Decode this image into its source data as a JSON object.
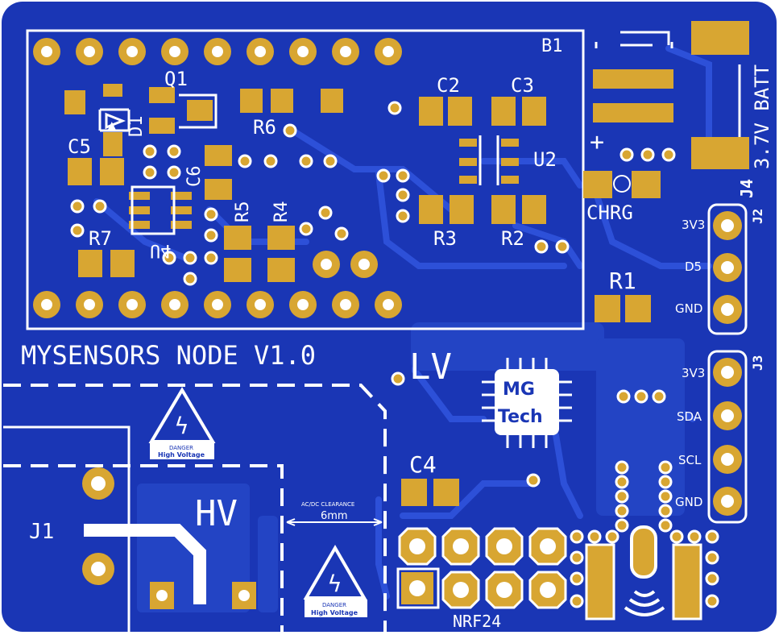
{
  "board": {
    "title": "MYSENSORS NODE V1.0",
    "logo_line1": "MG",
    "logo_line2": "Tech",
    "hv_label": "HV",
    "lv_label": "LV",
    "clearance_title": "AC/DC CLEARANCE",
    "clearance_value": "6mm",
    "danger_title": "DANGER",
    "danger_sub": "High Voltage",
    "colors": {
      "substrate": "#1a36b5",
      "copper_fill": "#2344c4",
      "trace": "#2d50d8",
      "pad": "#d8a632",
      "silkscreen": "#ffffff",
      "outline": "#ffffff"
    }
  },
  "components": {
    "b1": "B1",
    "q1": "Q1",
    "d1": "D1",
    "c2": "C2",
    "c3": "C3",
    "c4": "C4",
    "c5": "C5",
    "c6": "C6",
    "r1": "R1",
    "r2": "R2",
    "r3": "R3",
    "r4": "R4",
    "r5": "R5",
    "r6": "R6",
    "r7": "R7",
    "u2": "U2",
    "u4": "U4",
    "j1": "J1",
    "j2": "J2",
    "j3": "J3",
    "j4": "J4",
    "batt": "3.7V BATT",
    "chrg": "CHRG",
    "nrf24": "NRF24",
    "plus": "+"
  },
  "j2_pins": [
    "3V3",
    "D5",
    "GND"
  ],
  "j3_pins": [
    "3V3",
    "SDA",
    "SCL",
    "GND"
  ]
}
